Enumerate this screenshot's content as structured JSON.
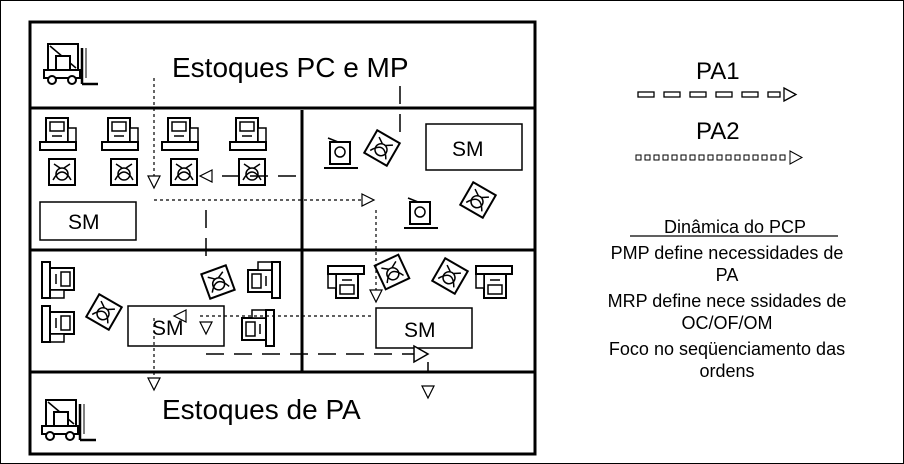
{
  "zones": {
    "top_title": "Estoques PC e MP",
    "bottom_title": "Estoques de PA",
    "supermarkets": [
      "SM",
      "SM",
      "SM",
      "SM"
    ]
  },
  "legend": {
    "pa1": "PA1",
    "pa2": "PA2"
  },
  "notes": {
    "heading": "Dinâmica do PCP",
    "lines": [
      "PMP define  necessidades de",
      "PA",
      "MRP define nece ssidades de",
      "OC/OF/OM",
      "Foco  no seqüenciamento das",
      "ordens"
    ]
  },
  "icons": [
    "forklift-icon",
    "machine-icon",
    "operator-icon",
    "inspection-icon",
    "dispatch-flag-icon"
  ],
  "colors": {
    "ink": "#000000",
    "background": "#ffffff"
  }
}
